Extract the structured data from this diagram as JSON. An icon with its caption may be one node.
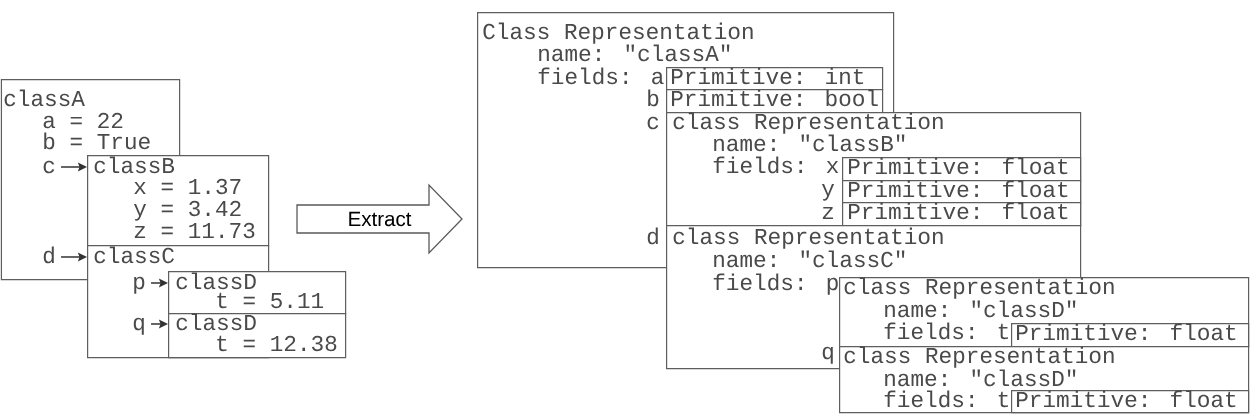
{
  "diagram": {
    "nodes": [
      {
        "text": [
          "classA",
          "a = 22",
          "b = True"
        ]
      },
      {
        "text": [
          "c"
        ],
        "in": 0
      },
      {
        "text": [
          "d"
        ],
        "in": 0
      },
      {
        "text": [
          "classB",
          "x = 1.37",
          "y = 3.42",
          "z = 11.73"
        ]
      },
      {
        "text": [
          "classC"
        ]
      },
      {
        "text": [
          "p"
        ],
        "in": 4
      },
      {
        "text": [
          "q"
        ],
        "in": 4
      },
      {
        "text": [
          "classD",
          "t = 5.11"
        ]
      },
      {
        "text": [
          "classD",
          "t = 12.38"
        ]
      },
      {
        "text": [
          "Extract"
        ]
      },
      {
        "text": [
          "Class Representation",
          "name: \"classA\"",
          "fields: a",
          "b",
          "c",
          "d"
        ]
      },
      {
        "text": [
          "Primitive: int"
        ],
        "in": 10
      },
      {
        "text": [
          "Primitive: bool"
        ],
        "in": 10
      },
      {
        "text": [
          "class Representation",
          "name: \"classB\"",
          "fields: x",
          "y",
          "z"
        ]
      },
      {
        "text": [
          "Primitive: float"
        ],
        "in": 13
      },
      {
        "text": [
          "Primitive: float"
        ],
        "in": 13
      },
      {
        "text": [
          "Primitive: float"
        ],
        "in": 13
      },
      {
        "text": [
          "class Representation",
          "name: \"classC\"",
          "fields: p",
          "q"
        ]
      },
      {
        "text": [
          "class Representation",
          "name: \"classD\"",
          "fields: t"
        ]
      },
      {
        "text": [
          "Primitive: float"
        ],
        "in": 18
      },
      {
        "text": [
          "class Representation",
          "name: \"classD\"",
          "fields: t"
        ]
      },
      {
        "text": [
          "Primitive: float"
        ],
        "in": 20
      }
    ],
    "edges": [
      {
        "from": 1,
        "to": 3,
        "arrow": "to"
      },
      {
        "from": 2,
        "to": 4,
        "arrow": "to"
      },
      {
        "from": 5,
        "to": 7,
        "arrow": "to"
      },
      {
        "from": 6,
        "to": 8,
        "arrow": "to"
      }
    ]
  }
}
